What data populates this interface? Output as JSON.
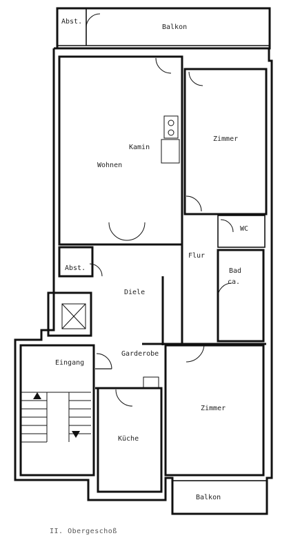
{
  "rooms": {
    "abst_top": "Abst.",
    "balkon_top": "Balkon",
    "wohnen": "Wohnen",
    "kamin": "Kamin",
    "zimmer_top": "Zimmer",
    "wc": "WC",
    "flur": "Flur",
    "abst_mid": "Abst.",
    "bad": "Bad",
    "bad_sub": "ca.",
    "diele": "Diele",
    "eingang": "Eingang",
    "garderobe": "Garderobe",
    "zimmer_bottom": "Zimmer",
    "kueche": "Küche",
    "balkon_bottom": "Balkon"
  },
  "caption": "II. Obergeschoß"
}
